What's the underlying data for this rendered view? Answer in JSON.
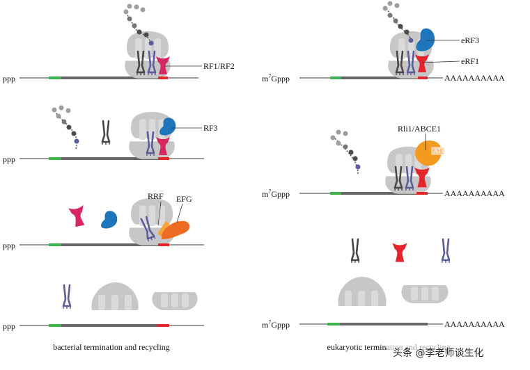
{
  "bacterial": {
    "five_prime_label": "ppp",
    "labels": {
      "rf1_rf2": "RF1/RF2",
      "rf3": "RF3",
      "rrf": "RRF",
      "efg": "EFG"
    },
    "caption": "bacterial termination and recycling"
  },
  "eukaryotic": {
    "cap_label_m": "m",
    "cap_label_sup": "7",
    "cap_label_rest": "Gppp",
    "poly_a": "AAAAAAAAAA",
    "labels": {
      "erf3": "eRF3",
      "erf1": "eRF1",
      "rli1_abce1": "Rli1/ABCE1",
      "atp": "ATP"
    },
    "caption": "eukaryotic termination and recycling"
  },
  "watermark": "头条 @李老师谈生化",
  "colors": {
    "mrna_line": "#9a9a9a",
    "coding": "#6b6666",
    "start_codon": "#3cb44b",
    "stop_codon": "#e2272b",
    "ribosome": "#c8c7c7",
    "trna_blue": "#5a5d99",
    "trna_dark": "#4a4646",
    "rf1": "#d6275f",
    "rf3": "#1f75bb",
    "erf1": "#e3262c",
    "efg": "#ee6b24",
    "rrf": "#f4a43a",
    "abce1": "#f49a1f",
    "peptide_dark": "#4f4a4a",
    "peptide_light": "#a09c9c"
  }
}
